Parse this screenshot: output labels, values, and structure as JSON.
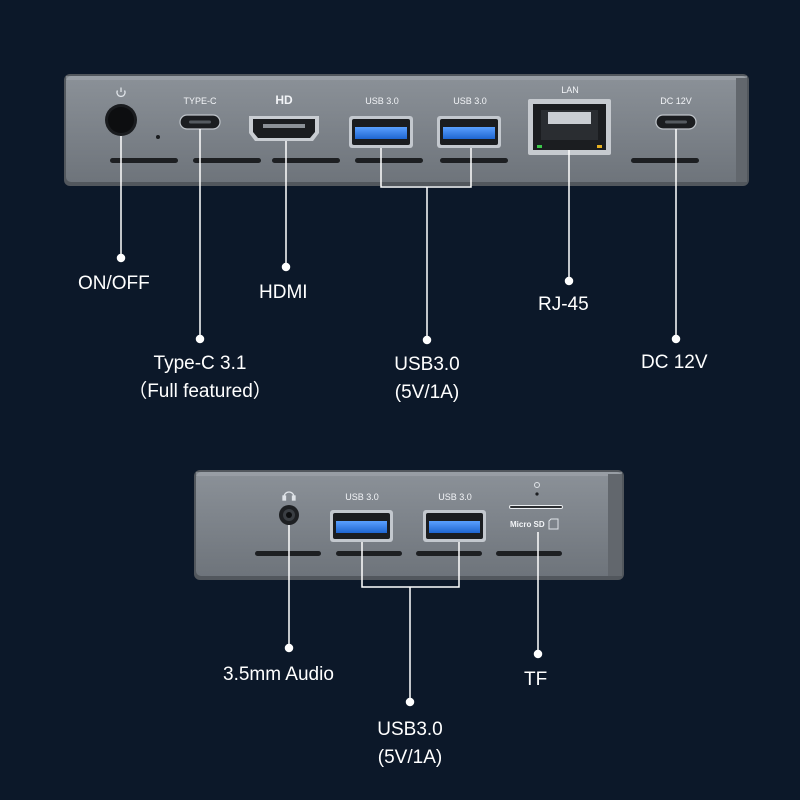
{
  "rear_panel": {
    "port_labels": {
      "type_c": "TYPE-C",
      "hd": "HD",
      "usb1": "USB 3.0",
      "usb2": "USB 3.0",
      "lan": "LAN",
      "dc": "DC 12V"
    },
    "callouts": {
      "on_off": "ON/OFF",
      "hdmi": "HDMI",
      "rj45": "RJ-45",
      "type_c_line1": "Type-C 3.1",
      "type_c_line2": "（Full featured）",
      "usb_line1": "USB3.0",
      "usb_line2": "(5V/1A)",
      "dc": "DC 12V"
    }
  },
  "front_panel": {
    "port_labels": {
      "usb1": "USB 3.0",
      "usb2": "USB 3.0",
      "micro_sd": "Micro SD"
    },
    "callouts": {
      "audio": "3.5mm Audio",
      "tf": "TF",
      "usb_line1": "USB3.0",
      "usb_line2": "(5V/1A)"
    }
  },
  "colors": {
    "background": "#0c1829",
    "chassis": "#7f858c",
    "chassis_top": "#575c62",
    "port_blue": "#2f7fe8",
    "leader_line": "#ffffff"
  }
}
